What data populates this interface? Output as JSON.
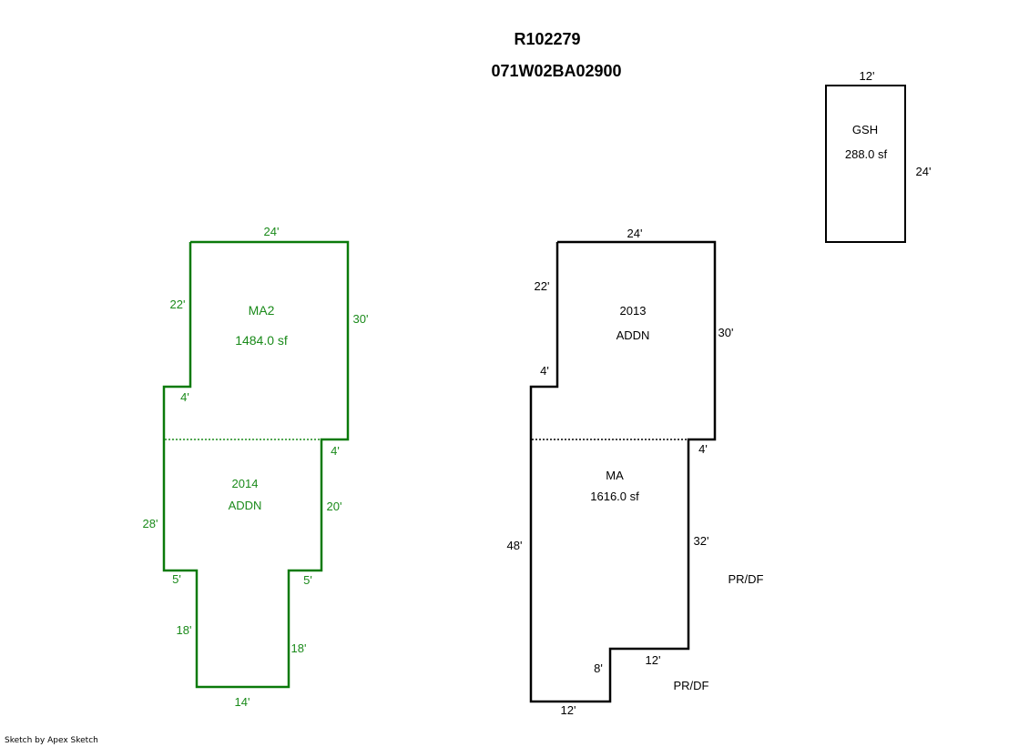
{
  "header": {
    "parcel_id": "R102279",
    "map_taxlot": "071W02BA02900"
  },
  "colors": {
    "green_outline": "#0a7a0a",
    "green_text": "#1a8a1a",
    "black": "#000000"
  },
  "sketch_left": {
    "upper": {
      "name": "MA2",
      "area": "1484.0 sf"
    },
    "lower": {
      "year": "2014",
      "type": "ADDN"
    },
    "dims": {
      "top": "24'",
      "left_upper": "22'",
      "right_upper": "30'",
      "step_left": "4'",
      "step_right": "4'",
      "left_lower": "28'",
      "right_lower": "20'",
      "notch_left": "5'",
      "notch_right": "5'",
      "stem_left": "18'",
      "stem_right": "18'",
      "bottom": "14'"
    }
  },
  "sketch_right": {
    "upper": {
      "year": "2013",
      "type": "ADDN"
    },
    "lower": {
      "name": "MA",
      "area": "1616.0 sf"
    },
    "dims": {
      "top": "24'",
      "left_upper": "22'",
      "right_upper": "30'",
      "step_left": "4'",
      "step_right": "4'",
      "left_lower": "48'",
      "right_lower": "32'",
      "notch_top": "12'",
      "notch_side": "8'",
      "bottom": "12'"
    },
    "porch_labels": [
      "PR/DF",
      "PR/DF"
    ]
  },
  "gsh": {
    "name": "GSH",
    "area": "288.0 sf",
    "dims": {
      "top": "12'",
      "right": "24'"
    }
  },
  "footer": {
    "credit": "Sketch by Apex Sketch"
  }
}
